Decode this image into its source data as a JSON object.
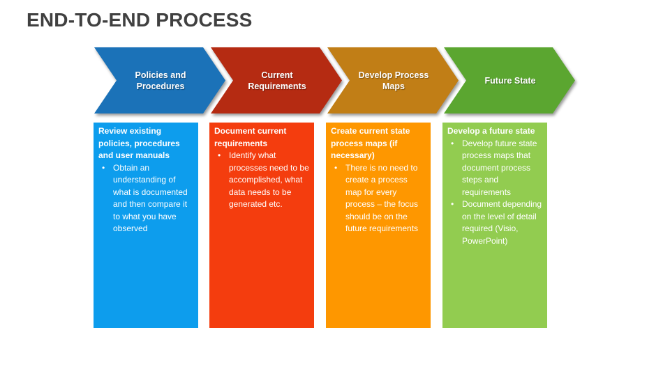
{
  "slide": {
    "title": "END-TO-END PROCESS",
    "title_color": "#404040",
    "background_color": "#FFFFFF",
    "text_color_on_shapes": "#FFFFFF"
  },
  "bullet_char": "•",
  "steps": [
    {
      "arrow_label": "Policies and Procedures",
      "arrow_color": "#1B72B8",
      "box_color": "#0D9DED",
      "header": "Review existing policies, procedures and user manuals",
      "bullets": [
        "Obtain an understanding of what is documented and then compare it to what you have observed"
      ]
    },
    {
      "arrow_label": "Current Requirements",
      "arrow_color": "#B52B12",
      "box_color": "#F43D0E",
      "header": "Document current requirements",
      "bullets": [
        "Identify what processes need to be accomplished, what data needs to be generated etc."
      ]
    },
    {
      "arrow_label": "Develop Process Maps",
      "arrow_color": "#C17E16",
      "box_color": "#FE9700",
      "header": "Create current state process maps (if necessary)",
      "bullets": [
        "There is no need to create a process map for every process – the focus should be on the future requirements"
      ]
    },
    {
      "arrow_label": "Future State",
      "arrow_color": "#5BA630",
      "box_color": "#92CC50",
      "header": "Develop a future state",
      "bullets": [
        "Develop future state process maps that document process steps and requirements",
        "Document depending on the level of detail required (Visio, PowerPoint)"
      ]
    }
  ]
}
